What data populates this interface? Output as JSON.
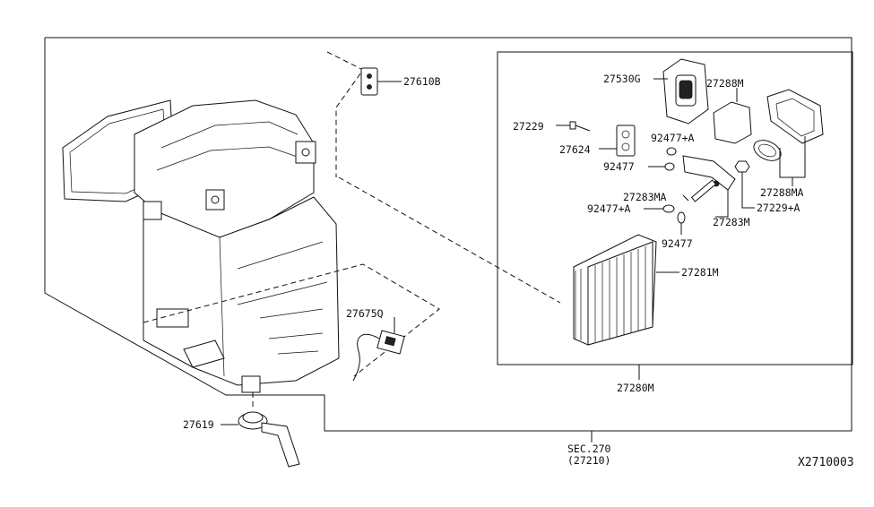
{
  "diagram_code": "X2710003",
  "callouts": {
    "p27610B": "27610B",
    "p27530G": "27530G",
    "p27288M": "27288M",
    "p27229": "27229",
    "p27624": "27624",
    "p92477A_top": "92477+A",
    "p92477_top": "92477",
    "p27288MA": "27288MA",
    "p27283MA": "27283MA",
    "p92477A_mid": "92477+A",
    "p27229A": "27229+A",
    "p27283M": "27283M",
    "p92477_mid": "92477",
    "p27281M": "27281M",
    "p27280M": "27280M",
    "p27675Q": "27675Q",
    "p27619": "27619",
    "sec_line1": "SEC.270",
    "sec_line2": "(27210)"
  }
}
